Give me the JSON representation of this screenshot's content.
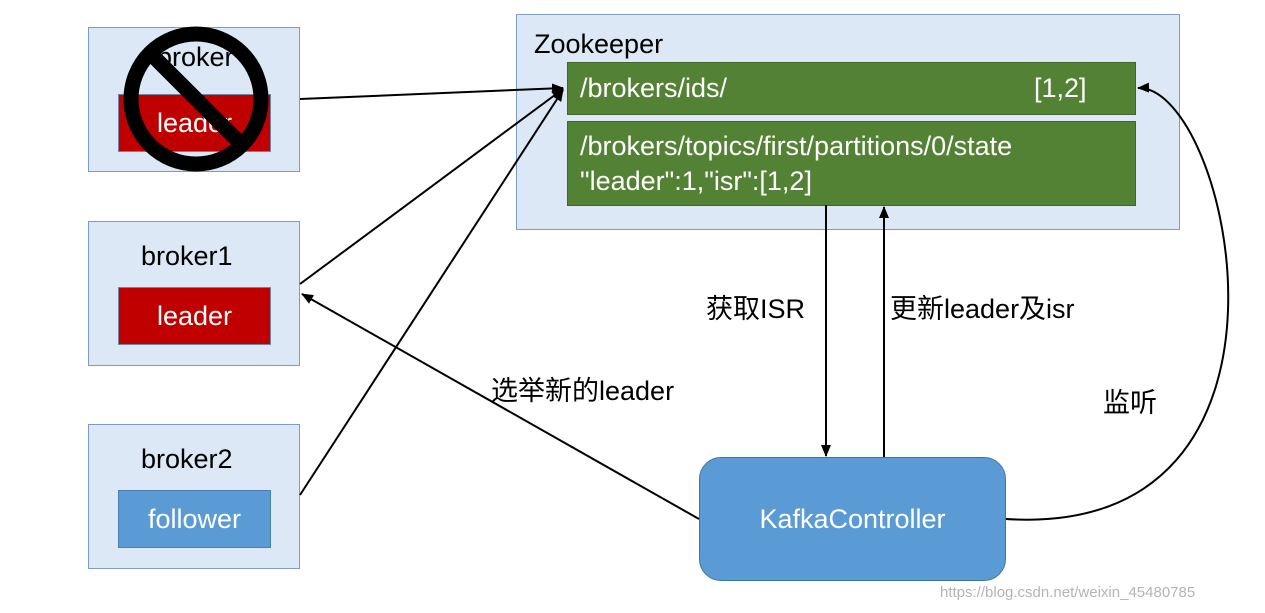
{
  "brokers": {
    "broker0": {
      "title": "broker",
      "role": "leader",
      "status": "down"
    },
    "broker1": {
      "title": "broker1",
      "role": "leader"
    },
    "broker2": {
      "title": "broker2",
      "role": "follower"
    }
  },
  "zookeeper": {
    "title": "Zookeeper",
    "ids_path": "/brokers/ids/",
    "ids_value": "[1,2]",
    "state_path": "/brokers/topics/first/partitions/0/state",
    "state_value": "\"leader\":1,\"isr\":[1,2]"
  },
  "controller": {
    "label": "KafkaController"
  },
  "edges": {
    "get_isr": "获取ISR",
    "update": "更新leader及isr",
    "elect": "选举新的leader",
    "watch": "监听"
  },
  "watermark": "https://blog.csdn.net/weixin_45480785"
}
